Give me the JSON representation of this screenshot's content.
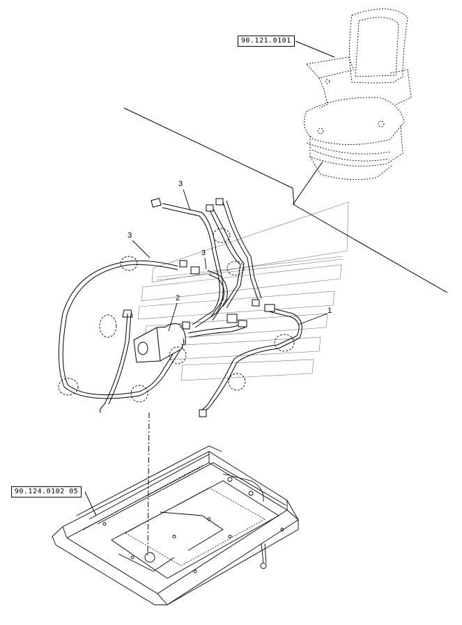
{
  "references": {
    "seat_ref": "90.121.0101",
    "frame_ref": "90.124.0102 05"
  },
  "callouts": [
    "3",
    "3",
    "3",
    "2",
    "1"
  ],
  "watermark": {
    "description": "stylised brand logo of horizontal bars",
    "color": "#000000"
  },
  "colors": {
    "line": "#000000",
    "background": "#ffffff"
  }
}
